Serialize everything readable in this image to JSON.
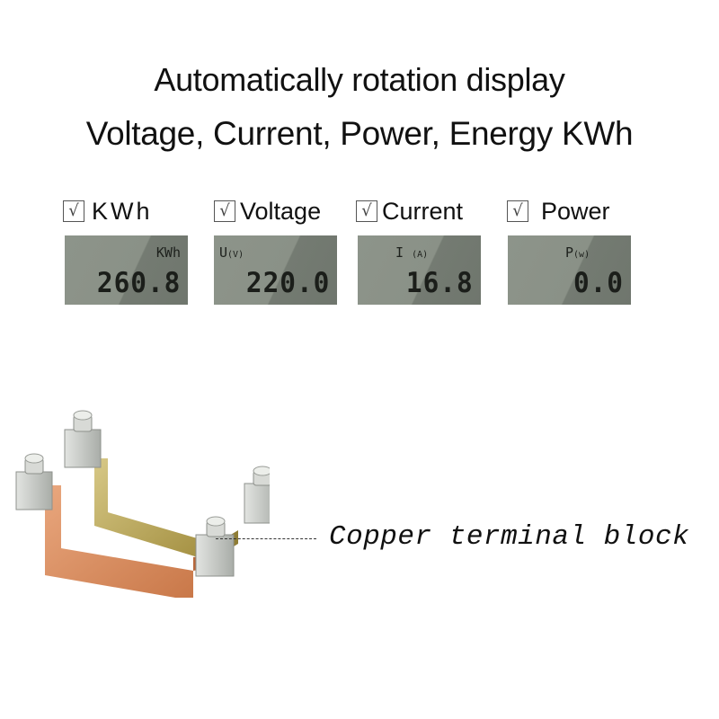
{
  "headline": {
    "line1": "Automatically rotation display",
    "line2": "Voltage, Current, Power, Energy KWh"
  },
  "options": [
    {
      "label": "KWh",
      "checked": true,
      "check_glyph": "√"
    },
    {
      "label": "Voltage",
      "checked": true,
      "check_glyph": "√"
    },
    {
      "label": "Current",
      "checked": true,
      "check_glyph": "√"
    },
    {
      "label": "Power",
      "checked": true,
      "check_glyph": "√"
    }
  ],
  "displays": [
    {
      "unit_main": "KWh",
      "unit_sub": "",
      "value": "260.8"
    },
    {
      "unit_main": "U",
      "unit_sub": "(V)",
      "value": "220.0"
    },
    {
      "unit_main": "I",
      "unit_sub": "(A)",
      "value": "16.8"
    },
    {
      "unit_main": "P",
      "unit_sub": "(w)",
      "value": "0.0"
    }
  ],
  "product": {
    "caption": "Copper terminal block",
    "colors": {
      "copper": "#d98b5f",
      "brass": "#b9a65a",
      "steel": "#c9ccc9"
    }
  }
}
